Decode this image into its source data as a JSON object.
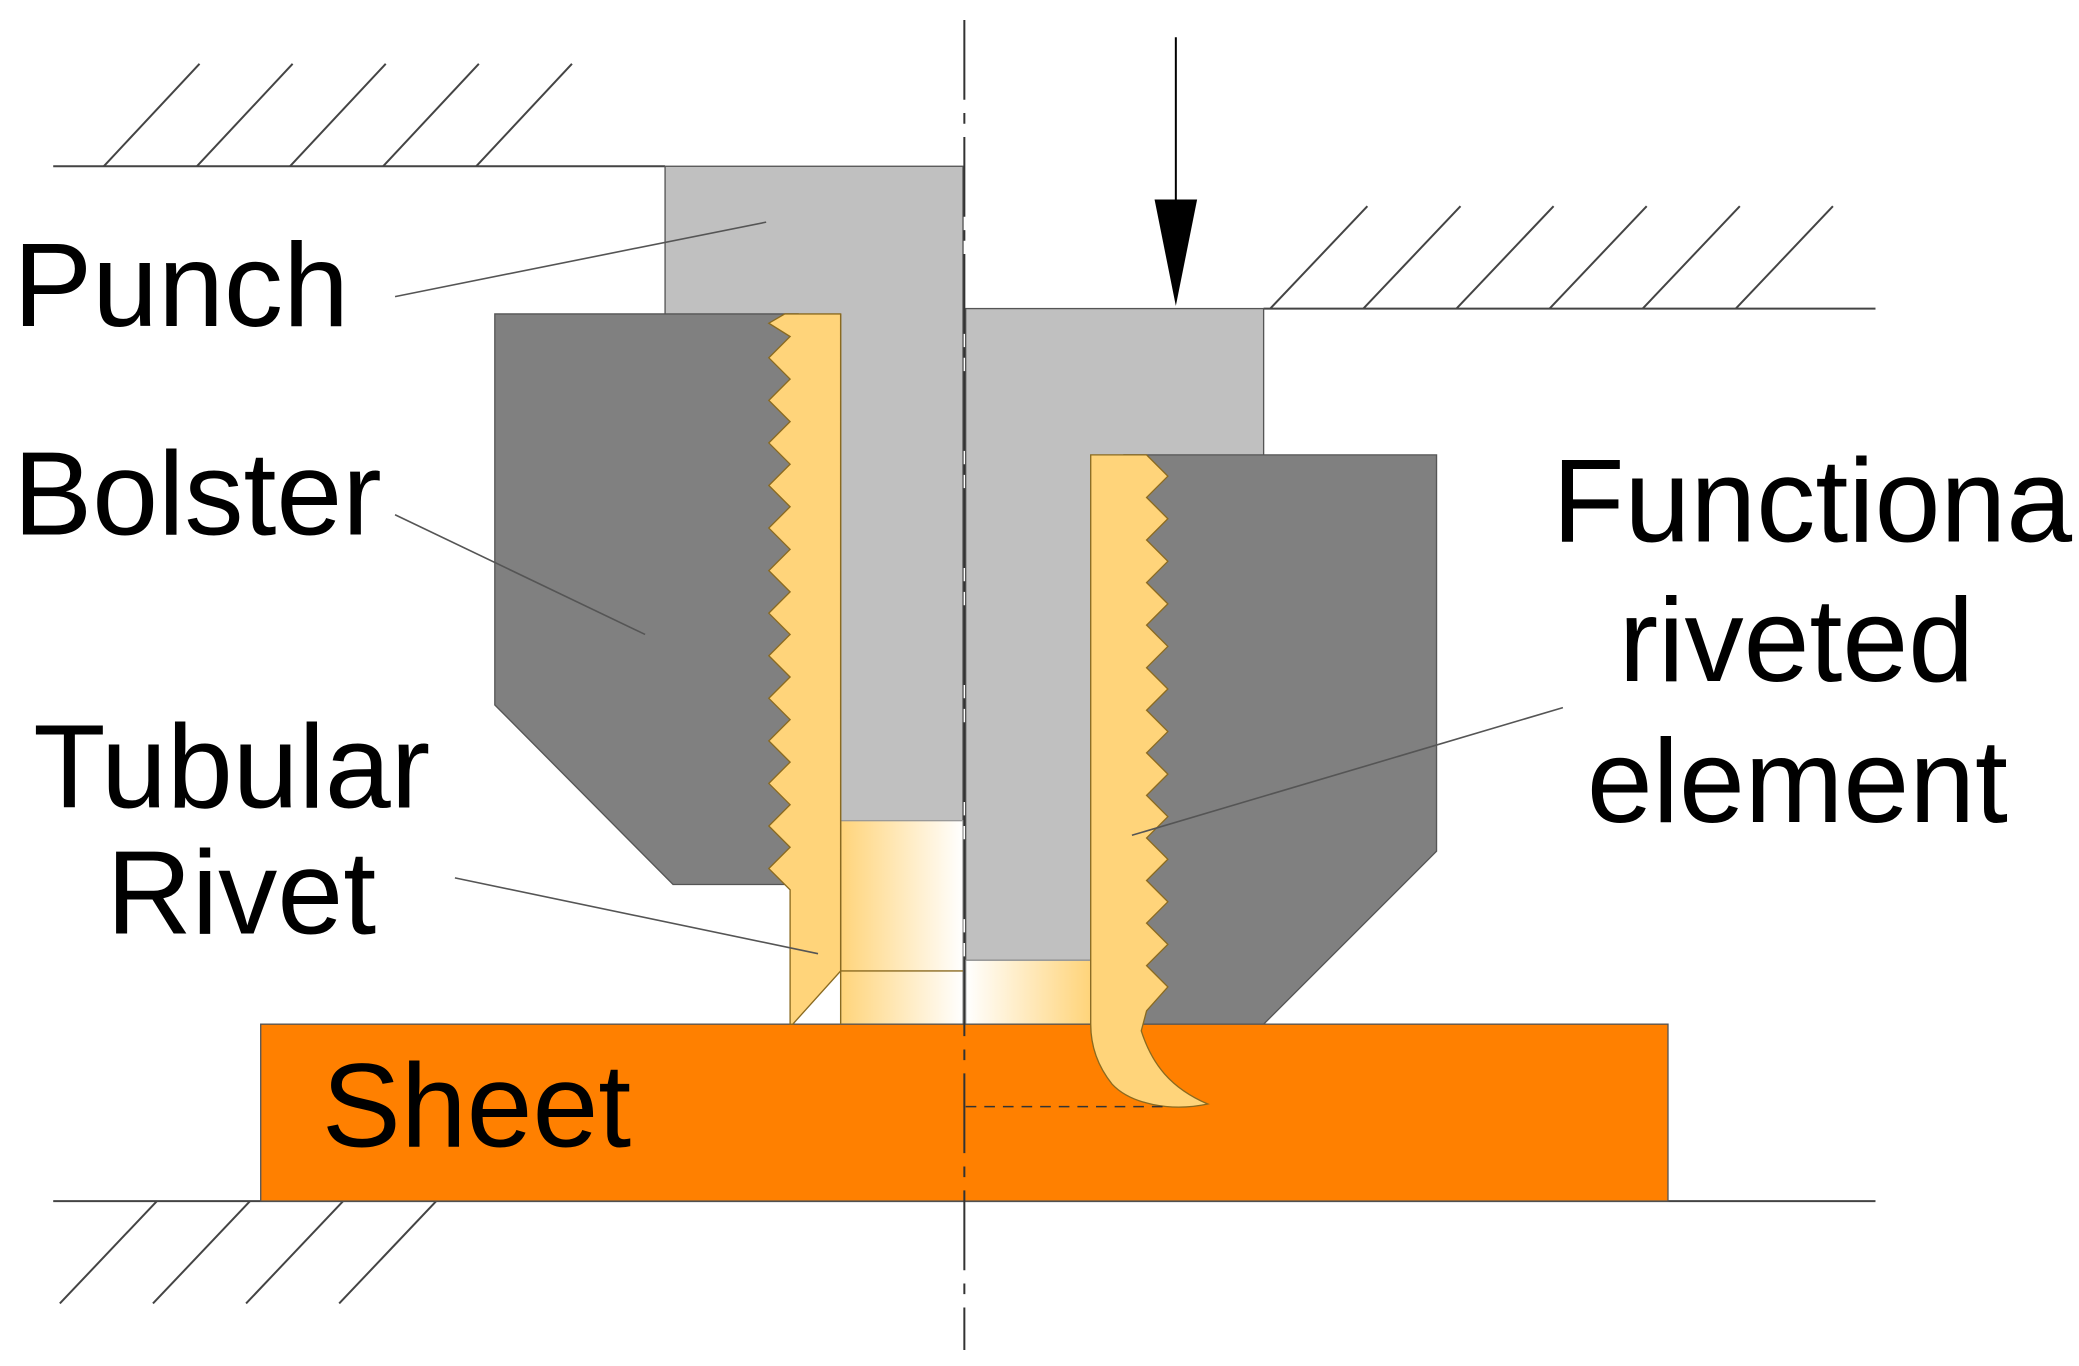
{
  "labels": {
    "punch": "Punch",
    "bolster": "Bolster",
    "tubular_line1": "Tubular",
    "tubular_line2": "Rivet",
    "functional_line1": "Functional",
    "functional_line2": "riveted",
    "functional_line3": "element",
    "sheet": "Sheet"
  },
  "colors": {
    "punch": "#c0c0c0",
    "bolster": "#808080",
    "rivet": "#ffd47a",
    "sheet": "#ff8000",
    "line": "#444444"
  },
  "icons": {
    "force_arrow": "down-arrow-icon"
  }
}
